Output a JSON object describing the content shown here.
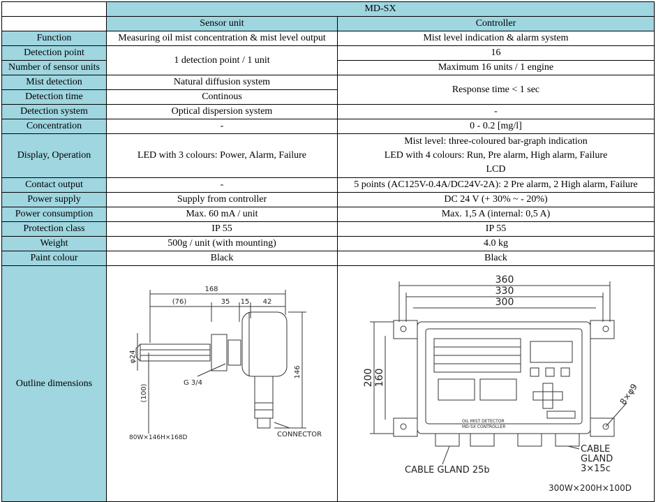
{
  "table": {
    "title": "MD-SX",
    "col_sensor": "Sensor unit",
    "col_controller": "Controller",
    "rows": {
      "function": {
        "label": "Function",
        "sensor": "Measuring oil mist concentration & mist level output",
        "controller": "Mist level indication & alarm system"
      },
      "detection_point": {
        "label": "Detection point",
        "sensor": "1 detection point / 1 unit",
        "controller": "16"
      },
      "num_sensor_units": {
        "label": "Number of sensor units",
        "controller": "Maximum 16 units / 1 engine"
      },
      "mist_detection": {
        "label": "Mist detection",
        "sensor": "Natural diffusion system",
        "controller": "Response time < 1 sec"
      },
      "detection_time": {
        "label": "Detection time",
        "sensor": "Continous"
      },
      "detection_system": {
        "label": "Detection system",
        "sensor": "Optical dispersion system",
        "controller": "-"
      },
      "concentration": {
        "label": "Concentration",
        "sensor": "-",
        "controller": "0 - 0.2 [mg/l]"
      },
      "display": {
        "label": "Display, Operation",
        "sensor": "LED with 3 colours: Power, Alarm, Failure",
        "controller_line1": "Mist level: three-coloured bar-graph indication",
        "controller_line2": "LED with 4 colours: Run, Pre alarm, High alarm, Failure",
        "controller_line3": "LCD"
      },
      "contact_output": {
        "label": "Contact output",
        "sensor": "-",
        "controller": "5 points (AC125V-0.4A/DC24V-2A): 2 Pre alarm, 2 High alarm, Failure"
      },
      "power_supply": {
        "label": "Power supply",
        "sensor": "Supply from controller",
        "controller": "DC 24 V (+ 30% ~ - 20%)"
      },
      "power_consumption": {
        "label": "Power consumption",
        "sensor": "Max. 60 mA / unit",
        "controller": "Max. 1,5 A (internal: 0,5 A)"
      },
      "protection_class": {
        "label": "Protection class",
        "sensor": "IP 55",
        "controller": "IP 55"
      },
      "weight": {
        "label": "Weight",
        "sensor": "500g / unit (with mounting)",
        "controller": "4.0 kg"
      },
      "paint_colour": {
        "label": "Paint colour",
        "sensor": "Black",
        "controller": "Black"
      },
      "outline": {
        "label": "Outline dimensions"
      }
    }
  },
  "drawing_sensor": {
    "dim_168": "168",
    "dim_76": "(76)",
    "dim_35": "35",
    "dim_15": "15",
    "dim_42": "42",
    "dim_phi24": "φ24",
    "dim_100": "(100)",
    "dim_146": "146",
    "thread": "G 3/4",
    "connector": "CONNECTOR",
    "size_note": "80W×146H×168D"
  },
  "drawing_controller": {
    "dim_360": "360",
    "dim_330": "330",
    "dim_300": "300",
    "dim_200": "200",
    "dim_160": "160",
    "holes": "8×φ9",
    "cable_gland_right_1": "CABLE",
    "cable_gland_right_2": "GLAND",
    "cable_gland_right_3": "3×15c",
    "cable_gland_bottom": "CABLE GLAND 25b",
    "size_note": "300W×200H×100D",
    "panel_line1": "OIL MIST DETECTOR",
    "panel_line2": "MD-SX CONTROLLER"
  }
}
